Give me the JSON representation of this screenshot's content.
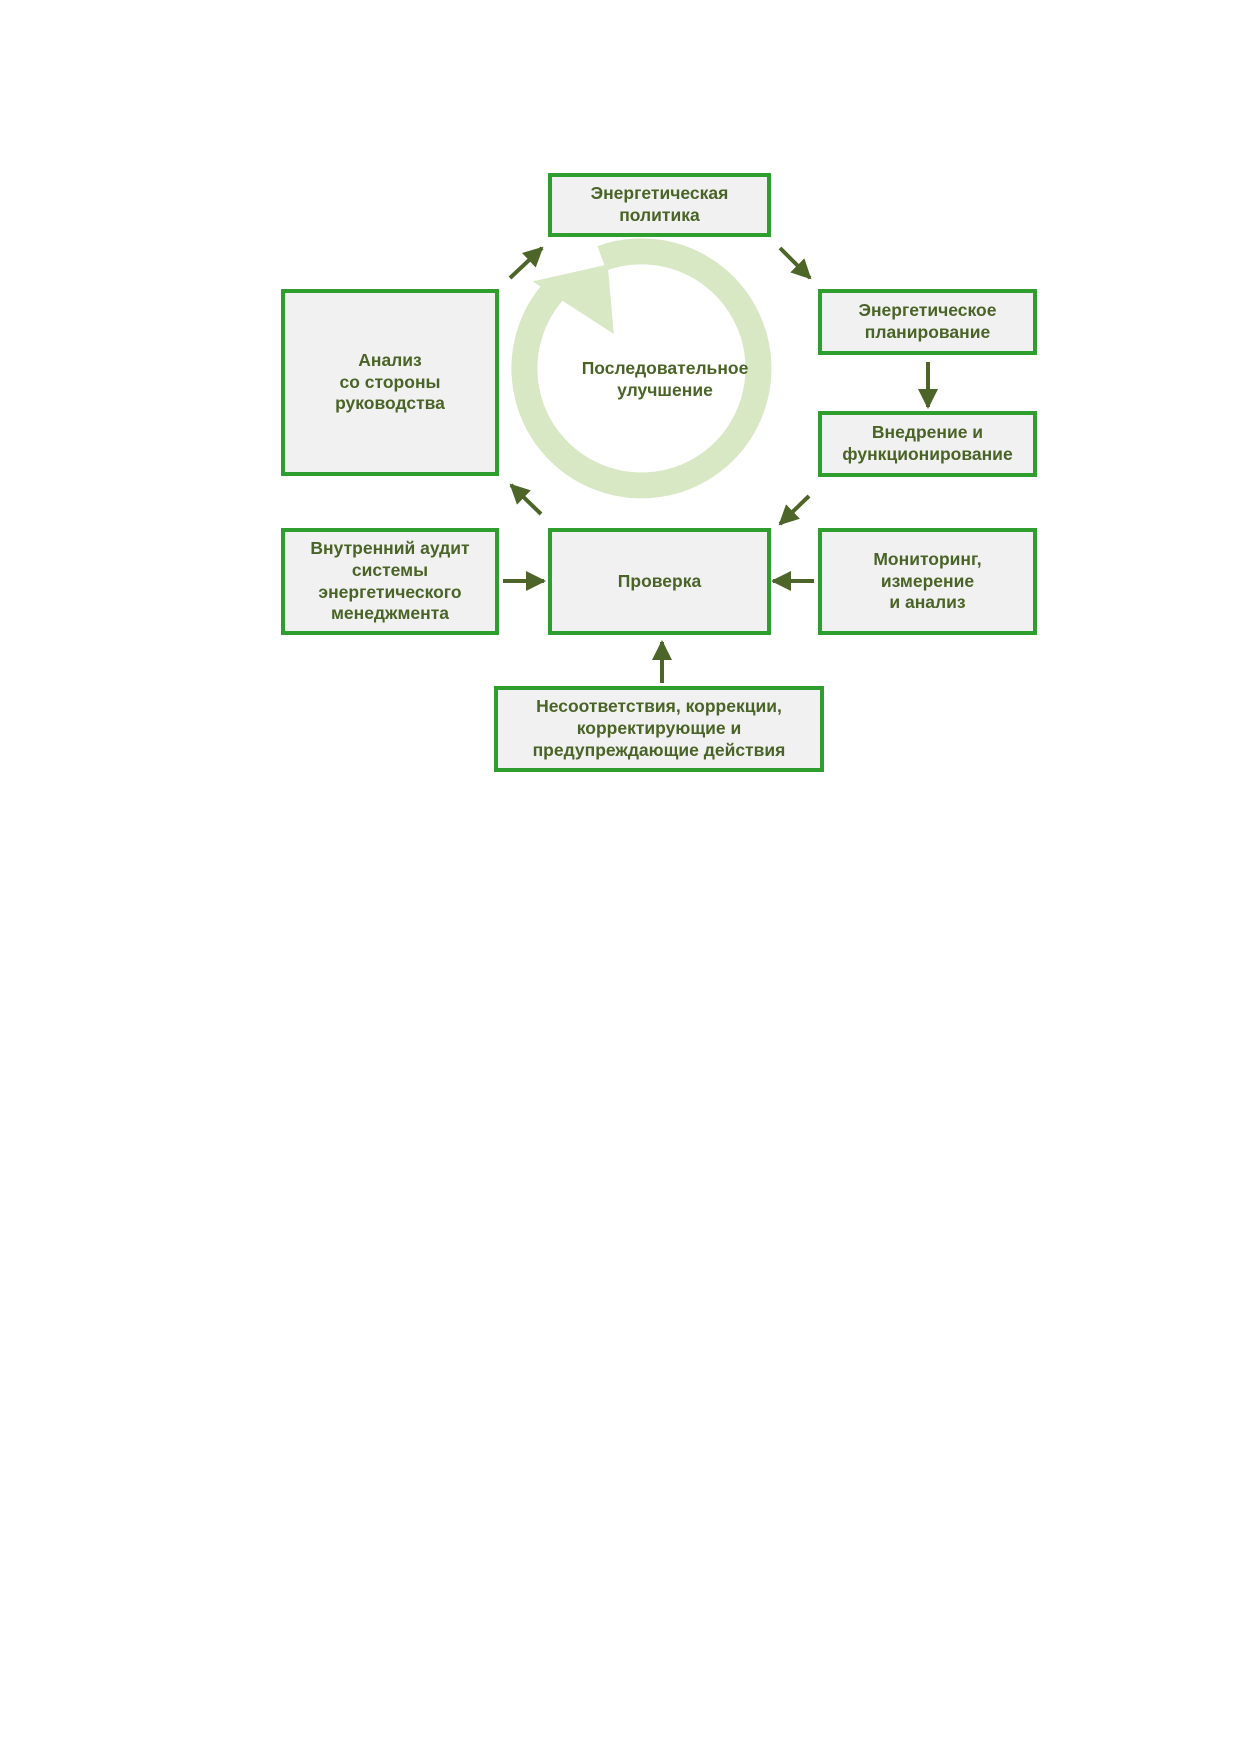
{
  "colors": {
    "box_border": "#2e9e2e",
    "box_fill": "#f1f1f1",
    "text": "#4a6326",
    "arrow": "#4d6528",
    "cycle_ring": "#d8e8c4"
  },
  "nodes": {
    "policy": "Энергетическая\nполитика",
    "planning": "Энергетическое\nпланирование",
    "implementation": "Внедрение и\nфункционирование",
    "monitoring": "Мониторинг,\nизмерение\nи анализ",
    "check": "Проверка",
    "internal_audit": "Внутренний аудит\nсистемы\nэнергетического\nменеджмента",
    "management_review": "Анализ\nсо стороны\nруководства",
    "nonconformities": "Несоответствия, коррекции,\nкорректирующие и\nпредупреждающие действия"
  },
  "center": {
    "label": "Последовательное\nулучшение",
    "icon": "cycle-arrow-icon"
  }
}
